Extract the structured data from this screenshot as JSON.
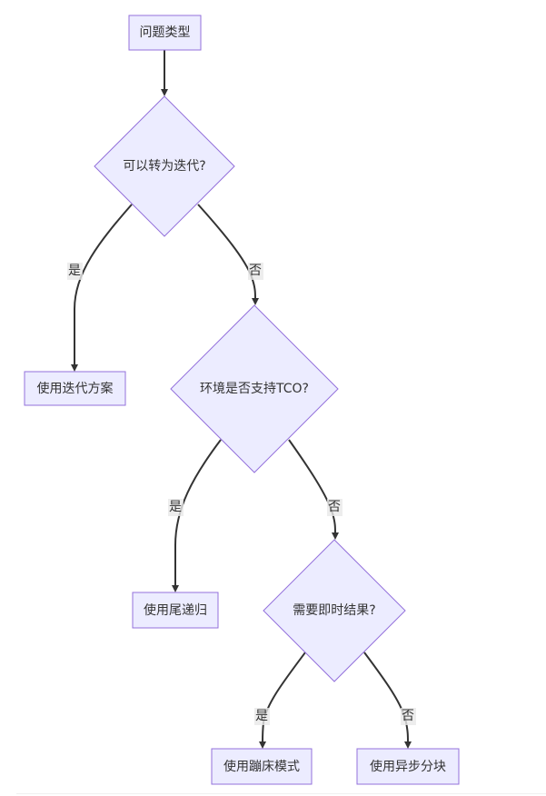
{
  "diagram": {
    "type": "flowchart",
    "direction": "top-down",
    "colors": {
      "node_fill": "#ececff",
      "node_stroke": "#9370db",
      "edge": "#333333",
      "text": "#333333",
      "edge_label_bg": "#e8e8e8"
    },
    "nodes": [
      {
        "id": "start",
        "shape": "rect",
        "label": "问题类型"
      },
      {
        "id": "q_iter",
        "shape": "diamond",
        "label": "可以转为迭代?"
      },
      {
        "id": "use_iter",
        "shape": "rect",
        "label": "使用迭代方案"
      },
      {
        "id": "q_tco",
        "shape": "diamond",
        "label": "环境是否支持TCO?"
      },
      {
        "id": "use_tail",
        "shape": "rect",
        "label": "使用尾递归"
      },
      {
        "id": "q_now",
        "shape": "diamond",
        "label": "需要即时结果?"
      },
      {
        "id": "use_trampoline",
        "shape": "rect",
        "label": "使用蹦床模式"
      },
      {
        "id": "use_async",
        "shape": "rect",
        "label": "使用异步分块"
      }
    ],
    "edges": [
      {
        "from": "start",
        "to": "q_iter",
        "label": ""
      },
      {
        "from": "q_iter",
        "to": "use_iter",
        "label": "是"
      },
      {
        "from": "q_iter",
        "to": "q_tco",
        "label": "否"
      },
      {
        "from": "q_tco",
        "to": "use_tail",
        "label": "是"
      },
      {
        "from": "q_tco",
        "to": "q_now",
        "label": "否"
      },
      {
        "from": "q_now",
        "to": "use_trampoline",
        "label": "是"
      },
      {
        "from": "q_now",
        "to": "use_async",
        "label": "否"
      }
    ]
  }
}
